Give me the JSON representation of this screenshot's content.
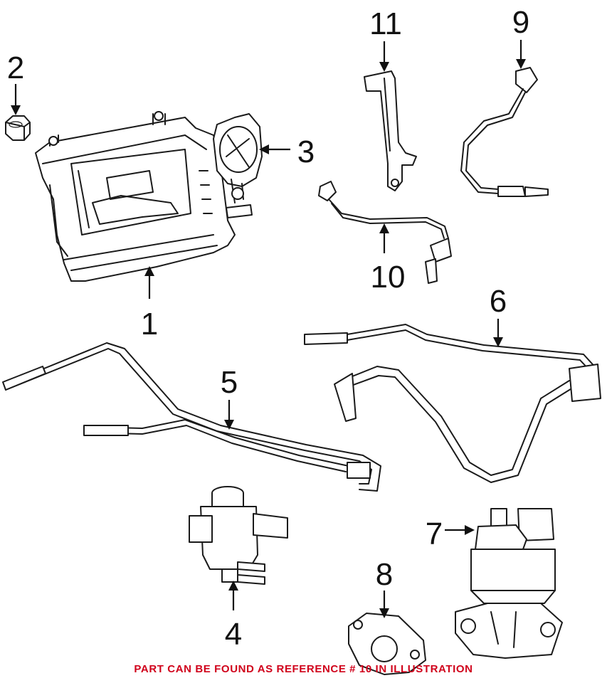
{
  "callouts": {
    "c1": "1",
    "c2": "2",
    "c3": "3",
    "c4": "4",
    "c5": "5",
    "c6": "6",
    "c7": "7",
    "c8": "8",
    "c9": "9",
    "c10": "10",
    "c11": "11"
  },
  "footer_note": "PART CAN BE FOUND AS REFERENCE # 10 IN ILLUSTRATION",
  "colors": {
    "lineart": "#1a1a1a",
    "note": "#d0021b",
    "background": "#ffffff"
  }
}
